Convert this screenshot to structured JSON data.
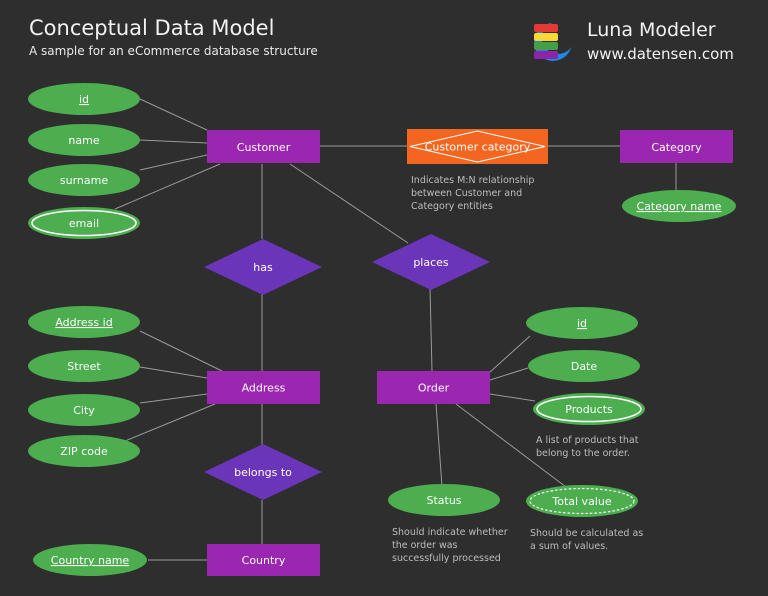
{
  "header": {
    "title": "Conceptual Data Model",
    "subtitle": "A sample for an eCommerce database structure",
    "brand_name": "Luna Modeler",
    "brand_url": "www.datensen.com",
    "logo_icon": "luna-modeler-logo-icon"
  },
  "colors": {
    "background": "#2e2e2e",
    "entity": "#9b27b0",
    "relationship": "#6a35b8",
    "attribute": "#4cae4f",
    "associative": "#f3661f",
    "line": "#9a9a9a",
    "note": "#bdbdbd"
  },
  "entities": {
    "customer": "Customer",
    "category": "Category",
    "address": "Address",
    "order": "Order",
    "country": "Country"
  },
  "associative_entity": "Customer category",
  "relationships": {
    "has": "has",
    "places": "places",
    "belongs_to": "belongs to"
  },
  "attributes": {
    "customer_id": "id",
    "customer_name": "name",
    "customer_surname": "surname",
    "customer_email": "email",
    "category_name": "Category name",
    "address_id": "Address id",
    "address_street": "Street",
    "address_city": "City",
    "address_zip": "ZIP code",
    "order_id": "id",
    "order_date": "Date",
    "order_products": "Products",
    "order_status": "Status",
    "order_total": "Total value",
    "country_name": "Country name"
  },
  "notes": {
    "mn_relationship": [
      "Indicates M:N relationship",
      "between Customer and",
      "Category entities"
    ],
    "products": [
      "A list of products that",
      "belong to the order."
    ],
    "status": [
      "Should indicate whether",
      "the order was",
      "successfully processed"
    ],
    "total": [
      "Should be calculated as",
      "a sum of values."
    ]
  }
}
